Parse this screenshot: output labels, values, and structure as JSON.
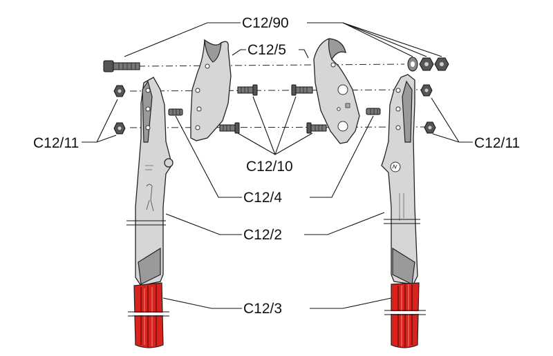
{
  "labels": {
    "c12_90": "C12/90",
    "c12_5": "C12/5",
    "c12_11_left": "C12/11",
    "c12_11_right": "C12/11",
    "c12_10": "C12/10",
    "c12_4": "C12/4",
    "c12_2": "C12/2",
    "c12_3": "C12/3"
  },
  "colors": {
    "grip": "#d8231f",
    "metal": "#d6d6d6",
    "hardware": "#555555"
  }
}
